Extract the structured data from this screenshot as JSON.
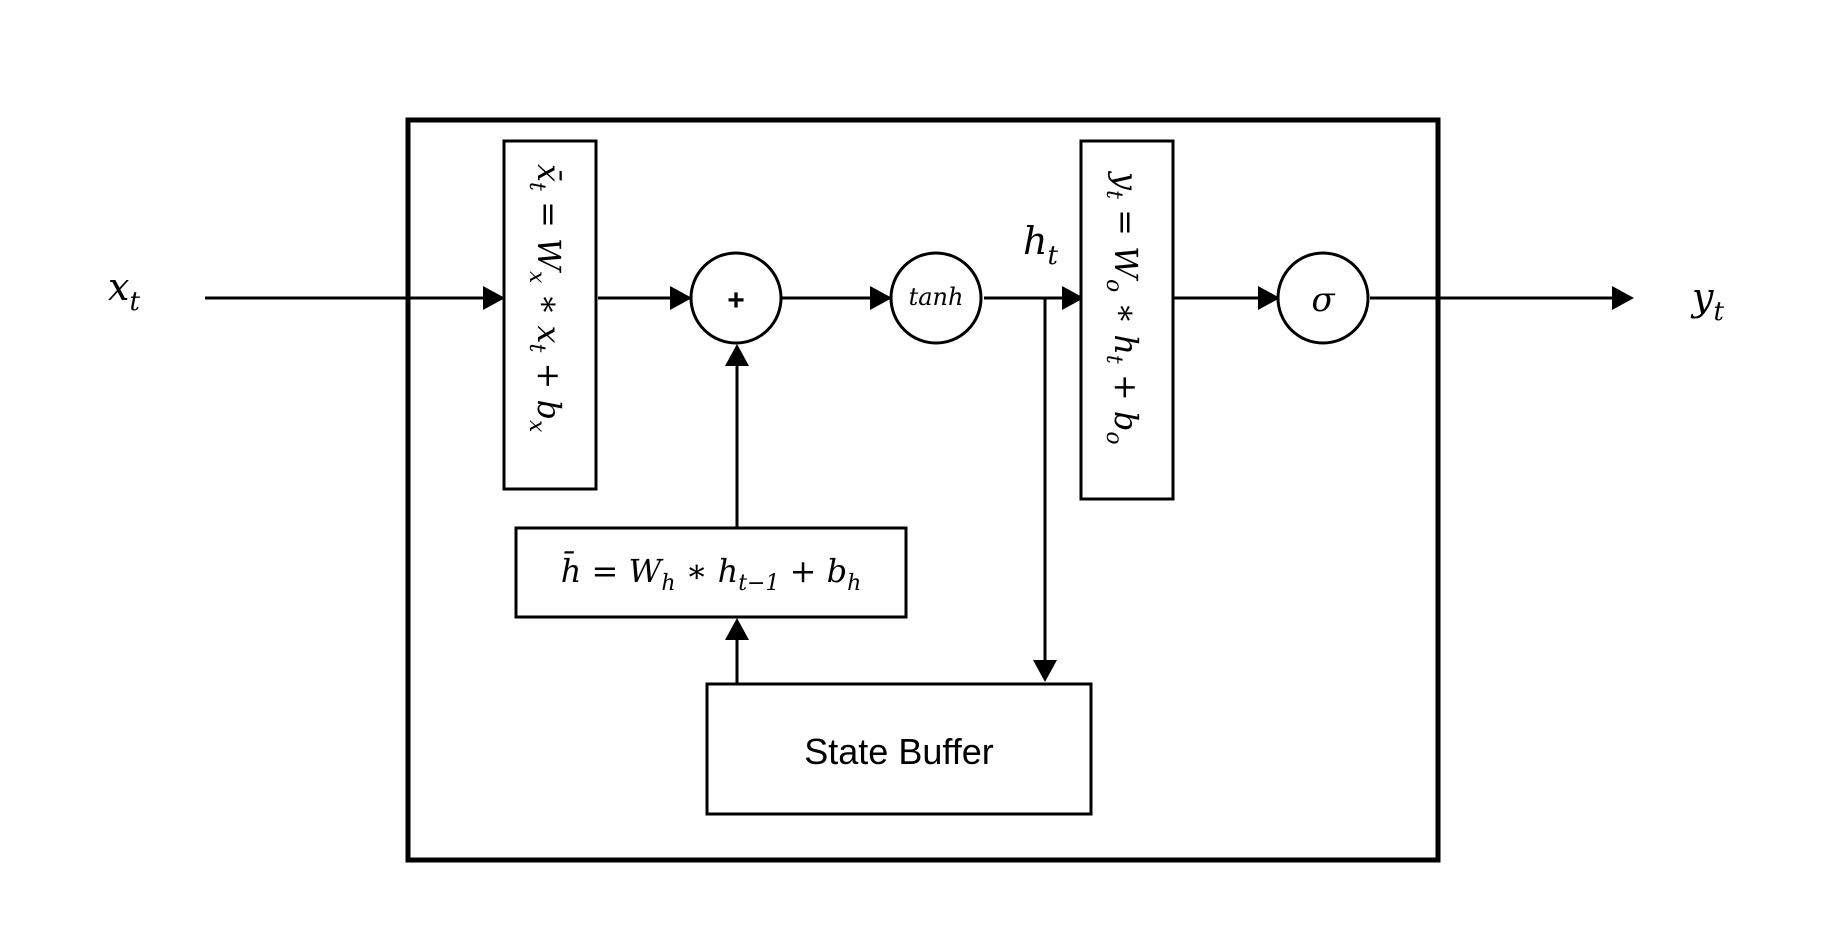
{
  "diagram": {
    "input_label": "x",
    "input_sub": "t",
    "output_label": "y",
    "output_sub": "t",
    "hidden_label": "h",
    "hidden_sub": "t",
    "input_transform": {
      "lhs": "x̄",
      "lhs_sub": "t",
      "eq": " = W",
      "w_sub": "x",
      "mid": " ∗ x",
      "x_sub": "t",
      "plus": " + b",
      "b_sub": "x"
    },
    "recurrent_transform": {
      "lhs": "h̄",
      "eq": " =  W",
      "w_sub": "h",
      "mid": " ∗ h",
      "h_sub": "t−1",
      "plus": " + b",
      "b_sub": "h"
    },
    "output_transform": {
      "lhs": "y",
      "lhs_sub": "t",
      "eq": " = W",
      "w_sub": "o",
      "mid": " ∗ h",
      "h_sub": "t",
      "plus": " + b",
      "b_sub": "o"
    },
    "adder_symbol": "+",
    "activation_label": "tanh",
    "sigmoid_symbol": "σ",
    "state_buffer_label": "State Buffer"
  }
}
